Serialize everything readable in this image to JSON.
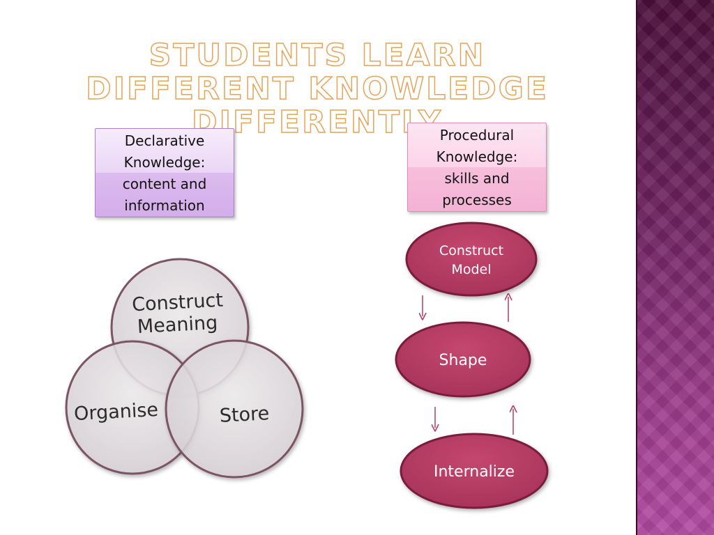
{
  "slide": {
    "title": "Students Learn Different Knowledge Differently"
  },
  "declarative_box": {
    "lines": [
      "Declarative",
      "Knowledge:",
      "content and",
      "information"
    ]
  },
  "procedural_box": {
    "lines": [
      "Procedural",
      "Knowledge:",
      "skills and",
      "processes"
    ]
  },
  "venn": {
    "top_label": [
      "Construct",
      "Meaning"
    ],
    "left_label": "Organise",
    "right_label": "Store"
  },
  "cycle": {
    "top_label": [
      "Construct",
      "Model"
    ],
    "middle_label": "Shape",
    "bottom_label": "Internalize"
  },
  "colors": {
    "accent": "#b43a62",
    "side_band": "#7a2a6c",
    "title_outline": "#e4a45a"
  }
}
